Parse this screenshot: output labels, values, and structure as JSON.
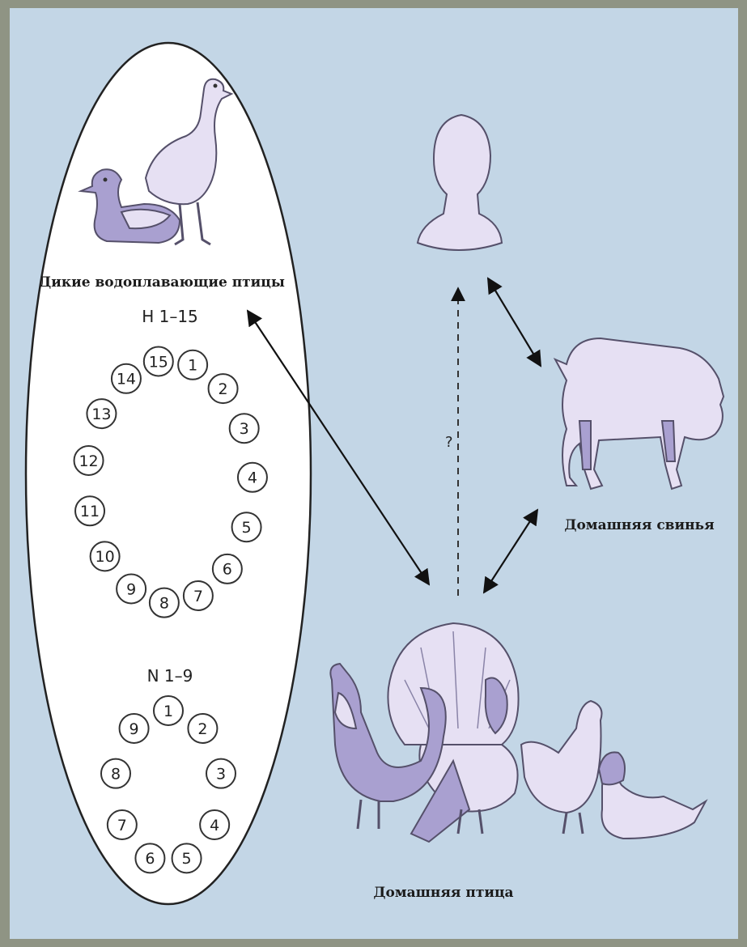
{
  "labels": {
    "wild_birds": "Дикие водоплавающие птицы",
    "domestic_pig": "Домашняя свинья",
    "domestic_poultry": "Домашняя птица",
    "question": "?"
  },
  "h_group": {
    "title": "H 1–15",
    "numbers": [
      "15",
      "1",
      "2",
      "3",
      "4",
      "5",
      "6",
      "7",
      "8",
      "9",
      "10",
      "11",
      "12",
      "13",
      "14"
    ]
  },
  "n_group": {
    "title": "N 1–9",
    "numbers": [
      "1",
      "2",
      "3",
      "4",
      "5",
      "6",
      "7",
      "8",
      "9"
    ]
  },
  "icons": [
    "duck-icon",
    "goose-icon",
    "human-head-icon",
    "pig-icon",
    "rooster-icon",
    "turkey-icon",
    "hen-icon",
    "duck-small-icon"
  ],
  "colors": {
    "background": "#c3d6e6",
    "frame": "#8f9484",
    "animal_fill": "#e6e0f3",
    "animal_dark": "#a9a0d0",
    "ellipse": "#ffffff"
  }
}
